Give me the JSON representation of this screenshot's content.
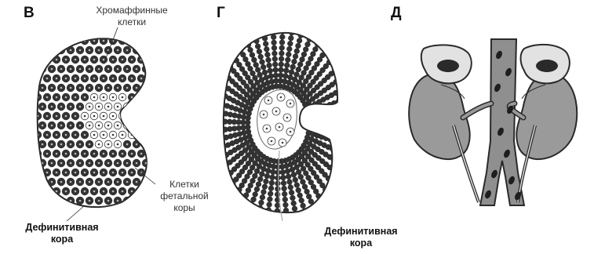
{
  "panels": [
    {
      "letter": "В"
    },
    {
      "letter": "Г"
    },
    {
      "letter": "Д"
    }
  ],
  "labels": {
    "chromaffin": [
      "Хромаффинные",
      "клетки"
    ],
    "fetal_cortex": [
      "Клетки",
      "фетальной",
      "коры"
    ],
    "definitive_b": [
      "Дефинитивная",
      "кора"
    ],
    "definitive_g": [
      "Дефинитивная",
      "кора"
    ]
  },
  "colors": {
    "ink": "#2a2a2a",
    "cell_dark": "#333333",
    "organ_gray": "#9a9a9a",
    "vessel_gray": "#8f8f8f",
    "adrenal_light": "#e2e2e2"
  }
}
